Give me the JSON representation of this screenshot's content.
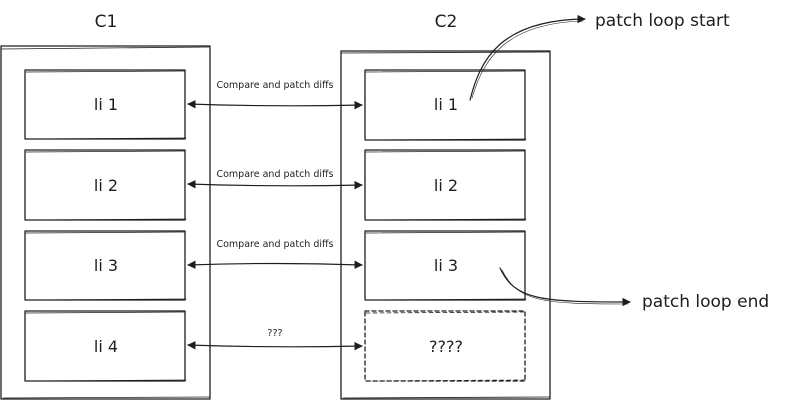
{
  "columns": {
    "c1": {
      "title": "C1",
      "items": [
        "li 1",
        "li 2",
        "li 3",
        "li 4"
      ]
    },
    "c2": {
      "title": "C2",
      "items": [
        "li 1",
        "li 2",
        "li 3",
        "????"
      ]
    }
  },
  "edges": [
    "Compare and patch diffs",
    "Compare and patch diffs",
    "Compare and patch diffs",
    "???"
  ],
  "annotations": {
    "start": "patch loop start",
    "end": "patch loop end"
  }
}
